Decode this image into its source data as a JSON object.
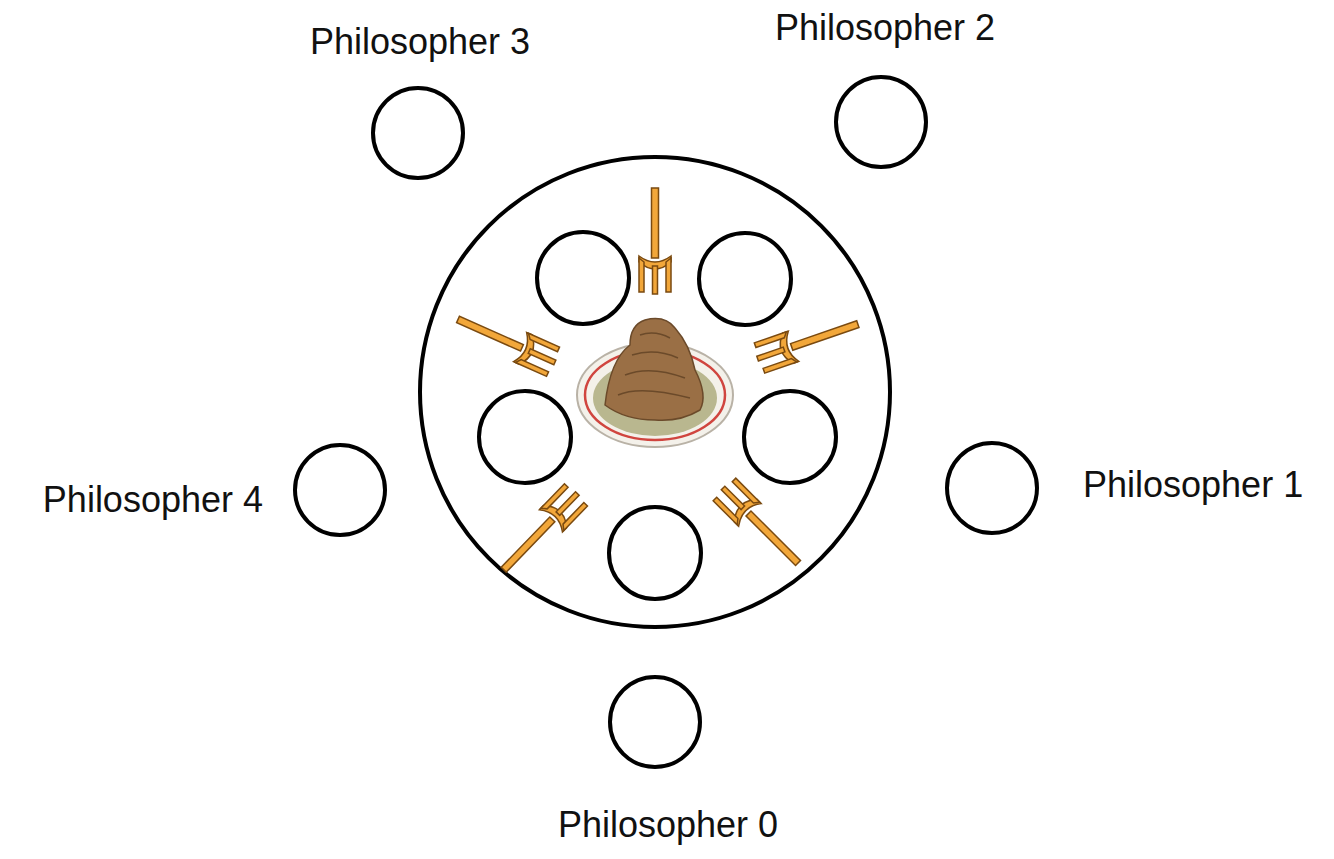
{
  "diagram": {
    "nodes": [
      {
        "text": [
          "Philosopher 3"
        ]
      },
      {
        "text": [
          "Philosopher 2"
        ]
      },
      {
        "text": [
          "Philosopher 4"
        ]
      },
      {
        "text": [
          "Philosopher 1"
        ]
      },
      {
        "text": [
          "Philosopher 0"
        ]
      }
    ]
  }
}
